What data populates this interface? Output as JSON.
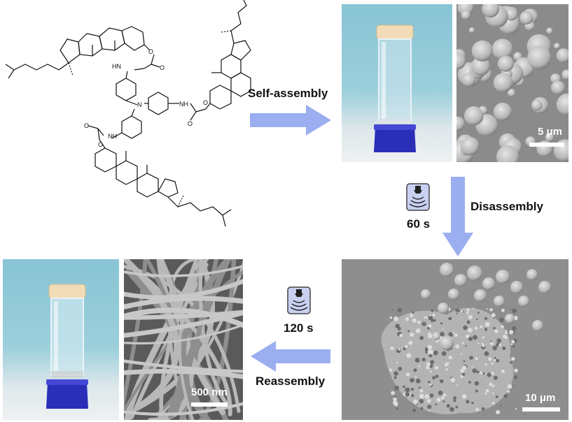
{
  "molecule": {
    "atom_labels": [
      "HN",
      "O",
      "O",
      "N",
      "NH",
      "O",
      "O",
      "NH",
      "O",
      "O"
    ]
  },
  "steps": {
    "self_assembly": "Self-assembly",
    "disassembly": "Disassembly",
    "reassembly": "Reassembly",
    "time_disassembly": "60 s",
    "time_reassembly": "120 s"
  },
  "panels": {
    "sem_spheres_scale": "5 μm",
    "sem_mixed_scale": "10 μm",
    "sem_fibers_scale": "500 nm"
  },
  "colors": {
    "arrow": "#9aaef0",
    "vial_cap": "#2b2fb8",
    "backdrop_top": "#8cc7d6",
    "backdrop_bottom": "#e4ecef",
    "sem_gray": "#8a8a8a"
  },
  "icons": [
    "ultrasonic-bath-icon",
    "ultrasonic-bath-icon"
  ]
}
